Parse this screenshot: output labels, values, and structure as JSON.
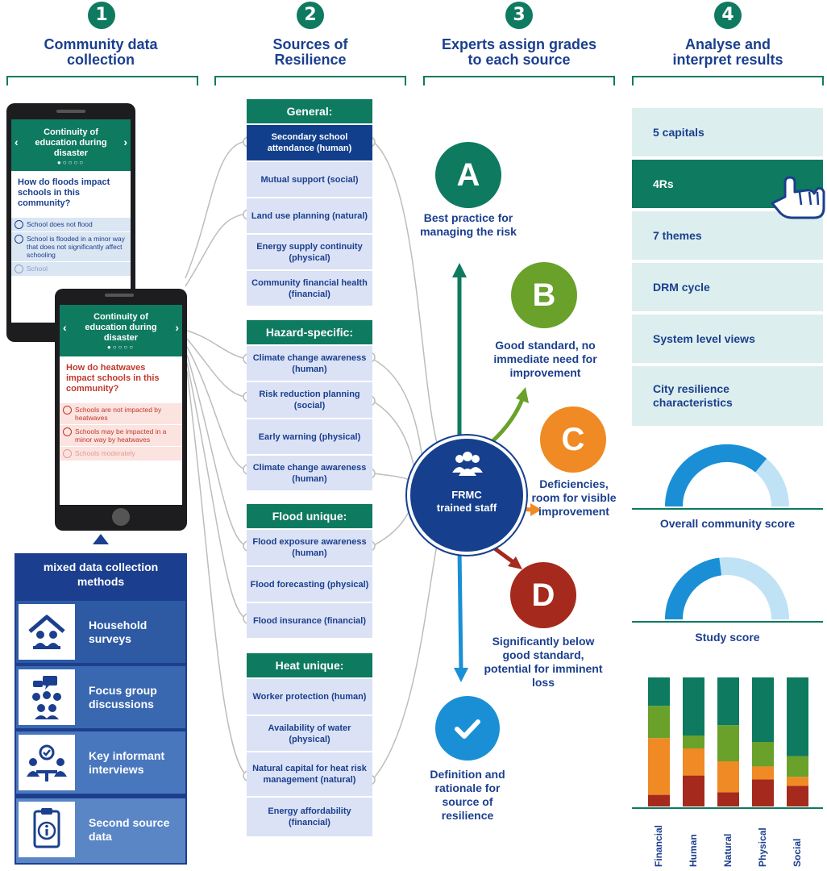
{
  "steps": [
    {
      "number": "1",
      "title_line1": "Community data",
      "title_line2": "collection"
    },
    {
      "number": "2",
      "title_line1": "Sources of",
      "title_line2": "Resilience"
    },
    {
      "number": "3",
      "title_line1": "Experts assign grades",
      "title_line2": "to each source"
    },
    {
      "number": "4",
      "title_line1": "Analyse and",
      "title_line2": "interpret results"
    }
  ],
  "phone_back": {
    "header_line1": "Continuity of",
    "header_line2": "education during",
    "header_line3": "disaster",
    "question": "How do floods impact schools in this community?",
    "options": [
      "School does not flood",
      "School is flooded in a minor way that does not significantly affect schooling",
      "School"
    ]
  },
  "phone_front": {
    "header_line1": "Continuity of",
    "header_line2": "education during",
    "header_line3": "disaster",
    "question": "How do heatwaves impact schools in this community?",
    "options": [
      "Schools are not impacted by heatwaves",
      "Schools may be impacted in a minor way by heatwaves",
      "Schools moderately"
    ]
  },
  "methods": {
    "title": "mixed data collection methods",
    "items": [
      {
        "label": "Household surveys",
        "icon": "house-people-icon"
      },
      {
        "label": "Focus group discussions",
        "icon": "group-discussion-icon"
      },
      {
        "label": "Key informant interviews",
        "icon": "interview-icon"
      },
      {
        "label": "Second source data",
        "icon": "clipboard-info-icon"
      }
    ]
  },
  "sources": {
    "groups": [
      {
        "title": "General:",
        "items": [
          "Secondary school attendance (human)",
          "Mutual support (social)",
          "Land use planning (natural)",
          "Energy supply continuity (physical)",
          "Community financial health (financial)"
        ]
      },
      {
        "title": "Hazard-specific:",
        "items": [
          "Climate change awareness (human)",
          "Risk reduction planning (social)",
          "Early warning (physical)",
          "Climate change awareness (human)"
        ]
      },
      {
        "title": "Flood unique:",
        "items": [
          "Flood exposure awareness (human)",
          "Flood forecasting (physical)",
          "Flood insurance (financial)"
        ]
      },
      {
        "title": "Heat unique:",
        "items": [
          "Worker protection (human)",
          "Availability of water (physical)",
          "Natural capital for heat risk management (natural)",
          "Energy affordability (financial)"
        ]
      }
    ]
  },
  "hub": {
    "line1": "FRMC",
    "line2": "trained staff",
    "icon": "people-icon"
  },
  "grades": [
    {
      "letter": "A",
      "label": "Best practice for managing the risk",
      "color": "#0e7a5f"
    },
    {
      "letter": "B",
      "label": "Good standard, no immediate need for improvement",
      "color": "#6aa12b"
    },
    {
      "letter": "C",
      "label": "Deficiencies, room for visible improvement",
      "color": "#f08a24"
    },
    {
      "letter": "D",
      "label": "Significantly below good standard, potential for imminent loss",
      "color": "#a5291c"
    }
  ],
  "definition": {
    "label": "Definition and rationale for source of resilience",
    "icon": "checkmark-icon",
    "color": "#1a8fd6"
  },
  "frameworks": {
    "items": [
      "5 capitals",
      "4Rs",
      "7 themes",
      "DRM cycle",
      "System level views",
      "City resilience characteristics"
    ],
    "selected": "4Rs"
  },
  "gauges": [
    {
      "label": "Overall community score",
      "fraction": 0.72
    },
    {
      "label": "Study score",
      "fraction": 0.46
    }
  ],
  "chart_data": {
    "type": "bar",
    "stacked": true,
    "categories": [
      "Financial",
      "Human",
      "Natural",
      "Physical",
      "Social"
    ],
    "series": [
      {
        "grade": "D",
        "color": "#a5291c",
        "values": [
          0.09,
          0.24,
          0.11,
          0.21,
          0.16
        ]
      },
      {
        "grade": "C",
        "color": "#f08a24",
        "values": [
          0.44,
          0.21,
          0.24,
          0.1,
          0.07
        ]
      },
      {
        "grade": "B",
        "color": "#6aa12b",
        "values": [
          0.25,
          0.1,
          0.28,
          0.19,
          0.16
        ]
      },
      {
        "grade": "A",
        "color": "#0e7a5f",
        "values": [
          0.22,
          0.45,
          0.37,
          0.5,
          0.61
        ]
      }
    ],
    "ylim": [
      0,
      1
    ]
  }
}
